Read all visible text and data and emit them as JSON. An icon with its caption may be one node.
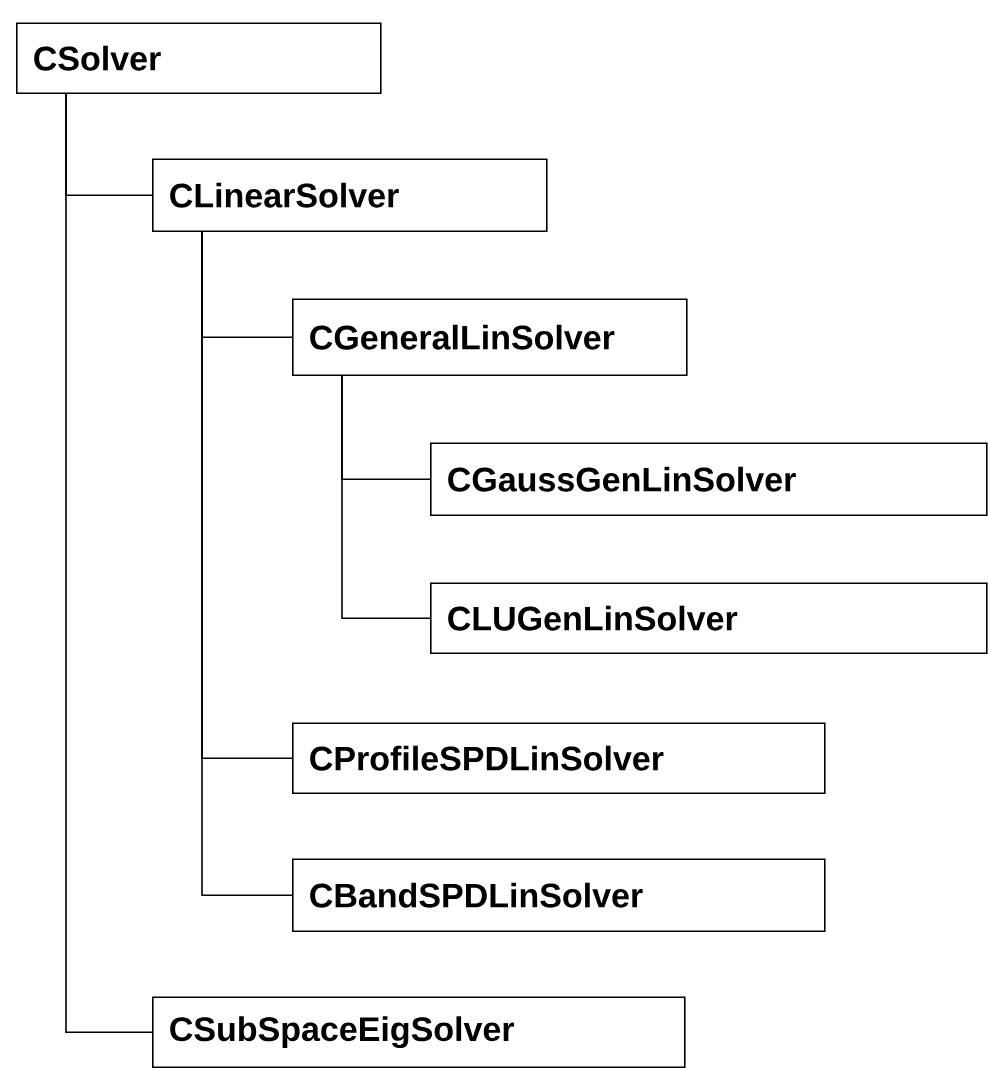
{
  "diagram": {
    "nodes": [
      {
        "text": [
          "CSolver"
        ]
      },
      {
        "text": [
          "CLinearSolver"
        ]
      },
      {
        "text": [
          "CGeneralLinSolver"
        ]
      },
      {
        "text": [
          "CGaussGenLinSolver"
        ]
      },
      {
        "text": [
          "CLUGenLinSolver"
        ]
      },
      {
        "text": [
          "CProfileSPDLinSolver"
        ]
      },
      {
        "text": [
          "CBandSPDLinSolver"
        ]
      },
      {
        "text": [
          "CSubSpaceEigSolver"
        ]
      }
    ],
    "edges": [
      {
        "from": 0,
        "to": 1,
        "arrow": "none"
      },
      {
        "from": 0,
        "to": 7,
        "arrow": "none"
      },
      {
        "from": 1,
        "to": 2,
        "arrow": "none"
      },
      {
        "from": 1,
        "to": 5,
        "arrow": "none"
      },
      {
        "from": 1,
        "to": 6,
        "arrow": "none"
      },
      {
        "from": 2,
        "to": 3,
        "arrow": "none"
      },
      {
        "from": 2,
        "to": 4,
        "arrow": "none"
      }
    ]
  }
}
